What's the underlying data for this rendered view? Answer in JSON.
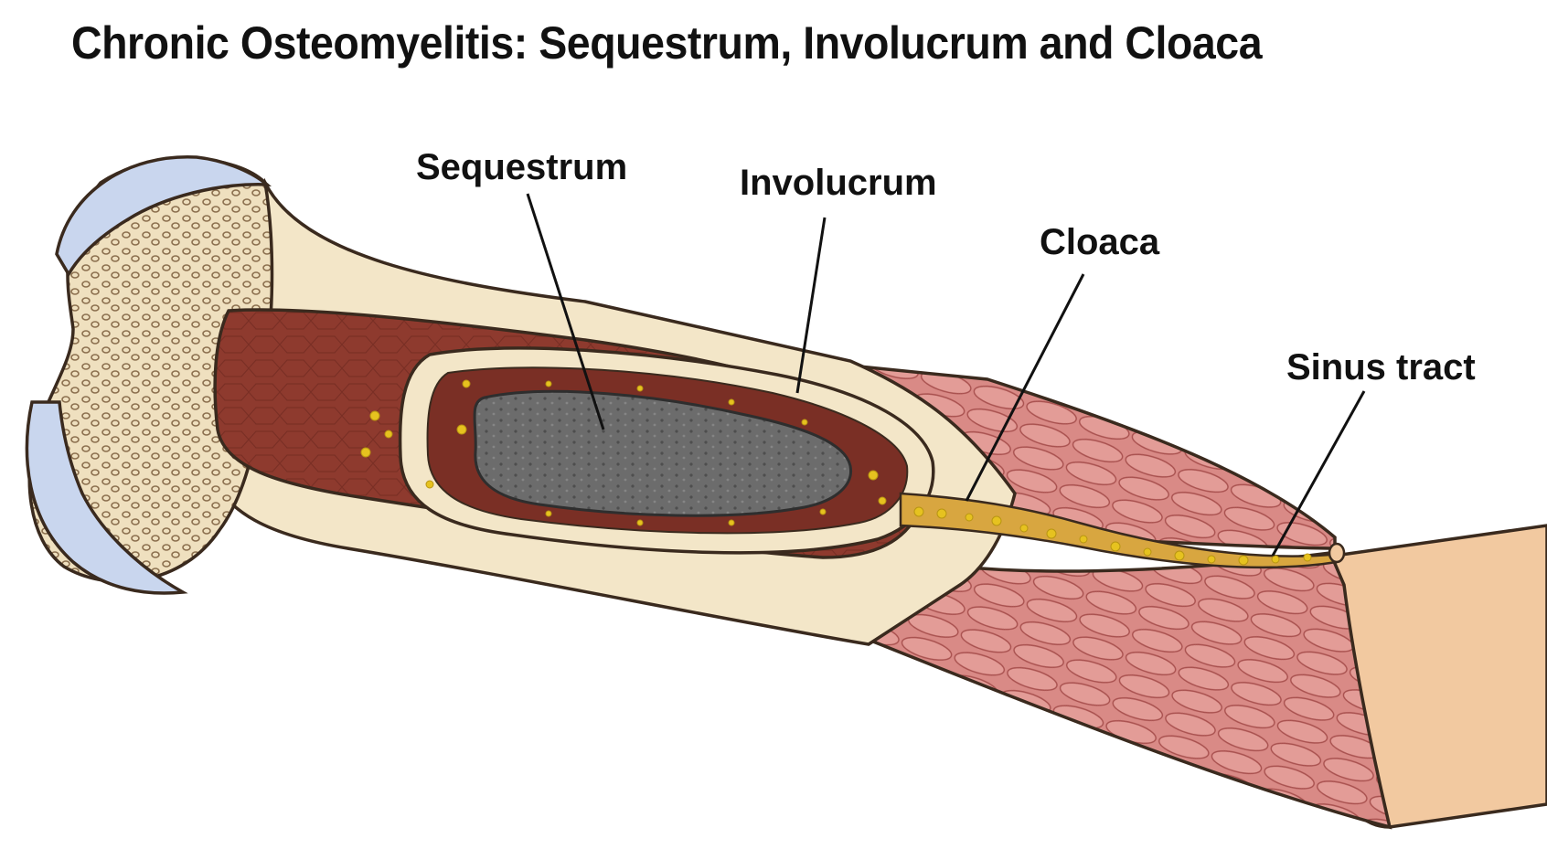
{
  "title": "Chronic Osteomyelitis: Sequestrum, Involucrum and Cloaca",
  "labels": {
    "sequestrum": "Sequestrum",
    "involucrum": "Involucrum",
    "cloaca": "Cloaca",
    "sinus_tract": "Sinus tract"
  },
  "colors": {
    "cortical_bone": "#f3e6c8",
    "cancellous_bone": "#efe0bf",
    "articular_cartilage": "#c9d6ee",
    "marrow_cavity": "#8e3a2e",
    "sequestrum": "#6c6c6c",
    "pus": "#e6c21f",
    "muscle": "#d98a86",
    "skin": "#f2c9a0",
    "outline": "#3a2a1e"
  }
}
